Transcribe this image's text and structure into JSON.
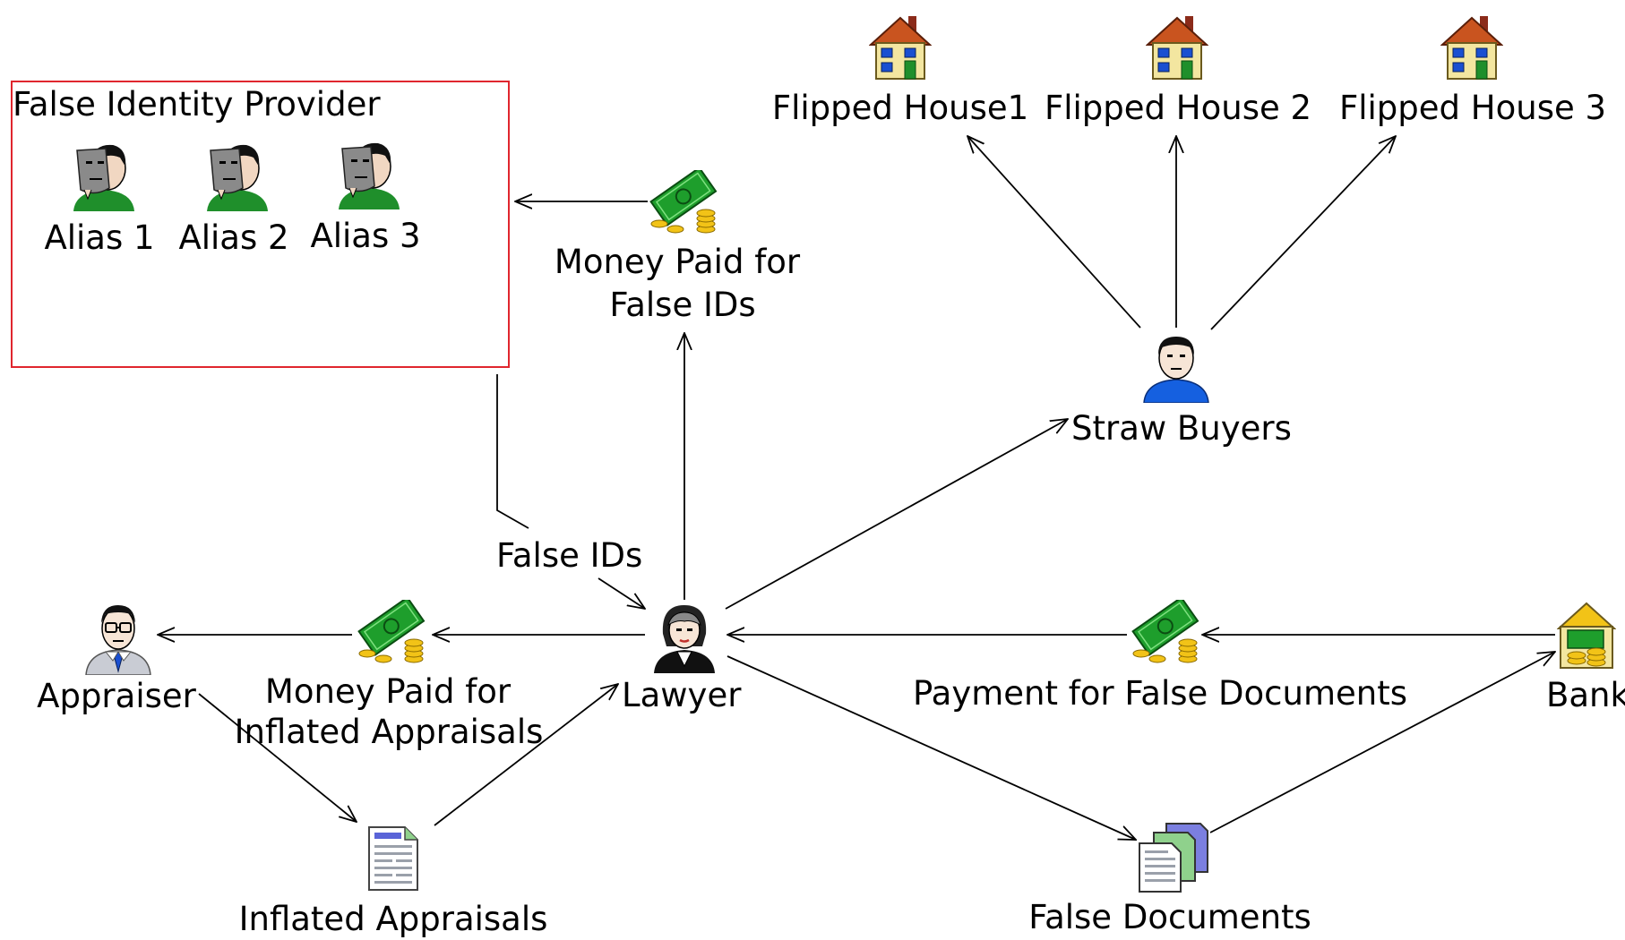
{
  "group": {
    "title": "False Identity Provider",
    "aliases": [
      "Alias 1",
      "Alias 2",
      "Alias 3"
    ]
  },
  "nodes": {
    "money_false_ids": {
      "line1": "Money Paid for",
      "line2": "False IDs"
    },
    "house1": "Flipped House1",
    "house2": "Flipped House 2",
    "house3": "Flipped House 3",
    "straw_buyers": "Straw Buyers",
    "lawyer": "Lawyer",
    "appraiser": "Appraiser",
    "money_appraisals": {
      "line1": "Money Paid for",
      "line2": "Inflated Appraisals"
    },
    "inflated_appraisals": "Inflated Appraisals",
    "payment_false_docs": "Payment for False Documents",
    "bank": "Bank",
    "false_documents": "False Documents"
  },
  "edge_labels": {
    "false_ids": "False IDs"
  },
  "colors": {
    "group_border": "#e0262e",
    "money_green": "#1e9e2c",
    "shirt_green": "#1f8f2b",
    "buyer_blue": "#1560e0"
  }
}
